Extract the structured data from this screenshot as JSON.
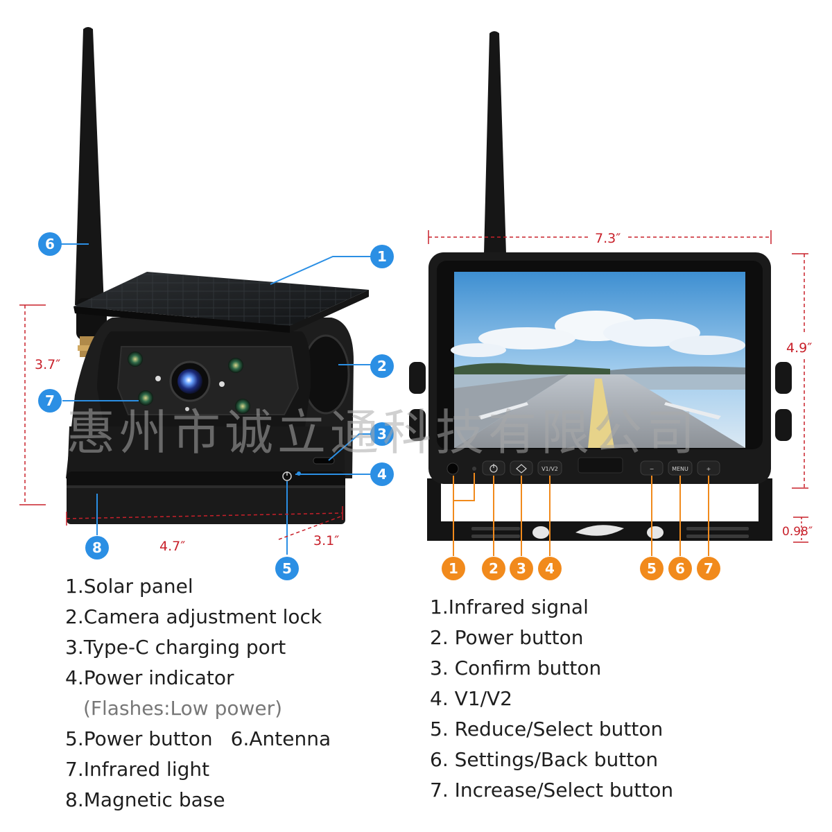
{
  "colors": {
    "blue_badge": "#2b8fe4",
    "orange_badge": "#f18a1c",
    "dimension_red": "#c8202a",
    "device_black": "#1b1b1b"
  },
  "dimensions": {
    "camera_height": "3.7″",
    "camera_width": "4.7″",
    "camera_depth": "3.1″",
    "monitor_width": "7.3″",
    "monitor_height": "4.9″",
    "bracket_height": "0.98″"
  },
  "camera_badges": [
    "1",
    "2",
    "3",
    "4",
    "5",
    "6",
    "7",
    "8"
  ],
  "monitor_badges": [
    "1",
    "2",
    "3",
    "4",
    "5",
    "6",
    "7"
  ],
  "monitor_buttons": {
    "v1v2": "V1/V2",
    "menu": "MENU",
    "minus": "−",
    "plus": "+"
  },
  "watermark": "惠州市诚立通科技有限公司",
  "camera_legend": [
    "1.Solar panel",
    "2.Camera adjustment lock",
    "3.Type-C charging port",
    "4.Power indicator",
    "(Flashes:Low power)",
    "5.Power button",
    "6.Antenna",
    "7.Infrared light",
    "8.Magnetic base"
  ],
  "monitor_legend": [
    "1.Infrared signal",
    "2. Power button",
    "3. Confirm button",
    "4. V1/V2",
    "5. Reduce/Select button",
    "6. Settings/Back button",
    "7. Increase/Select button"
  ]
}
